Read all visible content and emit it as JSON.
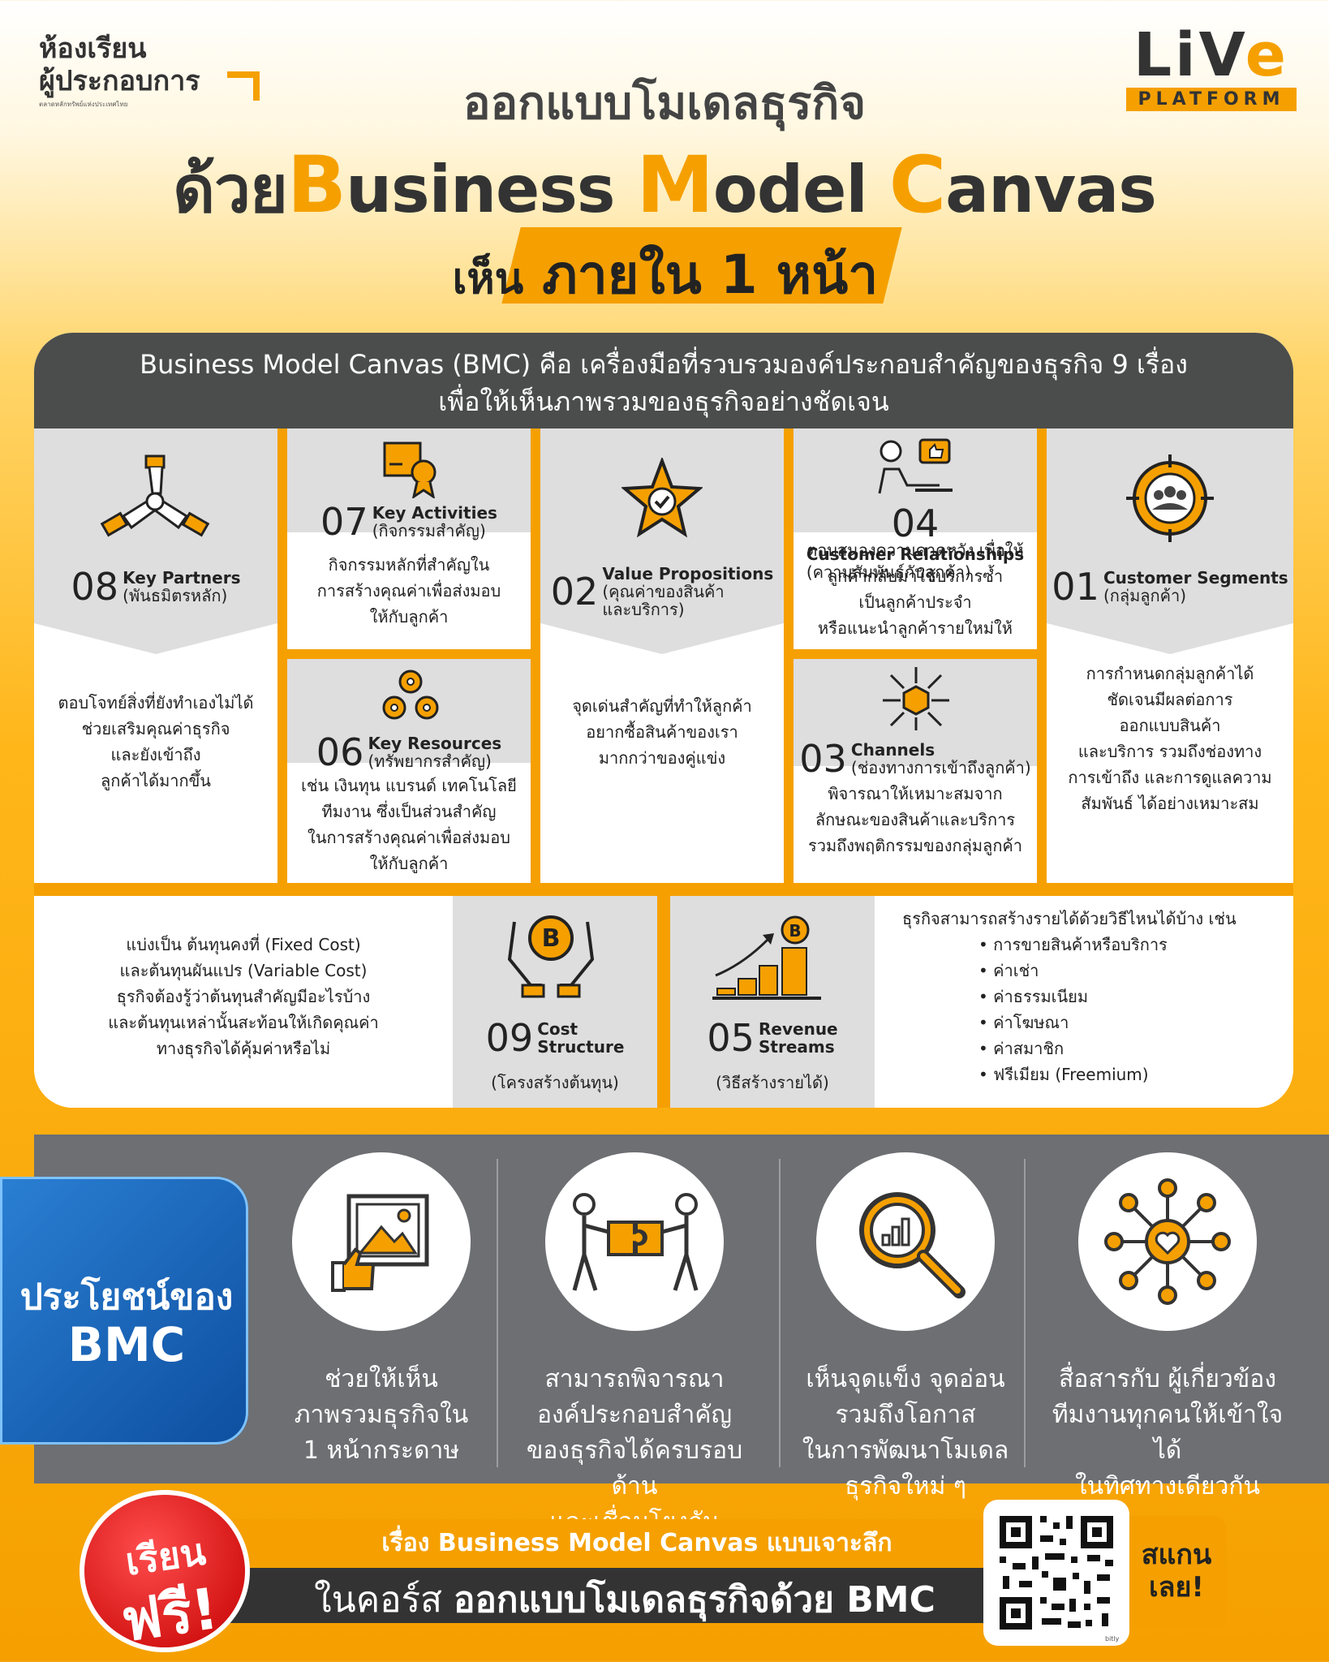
{
  "logo_left": {
    "line1": "ห้องเรียน",
    "line2": "ผู้ประกอบการ",
    "line3": "ตลาดหลักทรัพย์แห่งประเทศไทย"
  },
  "logo_right": {
    "live_a": "LiV",
    "live_b": "e",
    "platform": "PLATFORM"
  },
  "title": {
    "line1": "ออกแบบโมเดลธุรกิจ",
    "prefix": "ด้วย",
    "b": "B",
    "usiness": "usiness ",
    "m": "M",
    "odel": "odel ",
    "c": "C",
    "anvas": "anvas",
    "see": "เห็น",
    "one_page": "ภายใน 1 หน้า"
  },
  "canvas": {
    "intro1": "Business Model Canvas (BMC) คือ เครื่องมือที่รวบรวมองค์ประกอบสำคัญของธุรกิจ 9 เรื่อง",
    "intro2": "เพื่อให้เห็นภาพรวมของธุรกิจอย่างชัดเจน",
    "c08": {
      "num": "08",
      "en": "Key Partners",
      "th": "(พันธมิตรหลัก)",
      "desc": [
        "ตอบโจทย์สิ่งที่ยังทำเองไม่ได้",
        "ช่วยเสริมคุณค่าธุรกิจ",
        "และยังเข้าถึง",
        "ลูกค้าได้มากขึ้น"
      ]
    },
    "c07": {
      "num": "07",
      "en": "Key Activities",
      "th": "(กิจกรรมสำคัญ)",
      "desc": [
        "กิจกรรมหลักที่สำคัญใน",
        "การสร้างคุณค่าเพื่อส่งมอบ",
        "ให้กับลูกค้า"
      ]
    },
    "c06": {
      "num": "06",
      "en": "Key Resources",
      "th": "(ทรัพยากรสำคัญ)",
      "desc": [
        "เช่น เงินทุน แบรนด์ เทคโนโลยี",
        "ทีมงาน ซึ่งเป็นส่วนสำคัญ",
        "ในการสร้างคุณค่าเพื่อส่งมอบ",
        "ให้กับลูกค้า"
      ]
    },
    "c02": {
      "num": "02",
      "en": "Value Propositions",
      "th1": "(คุณค่าของสินค้า",
      "th2": "และบริการ)",
      "desc": [
        "จุดเด่นสำคัญที่ทำให้ลูกค้า",
        "อยากซื้อสินค้าของเรา",
        "มากกว่าของคู่แข่ง"
      ]
    },
    "c04": {
      "num": "04",
      "en": "Customer Relationships",
      "th": "(ความสัมพันธ์กับลูกค้า)",
      "desc": [
        "ตอบสนองความคาดหวัง เพื่อให้",
        "ลูกค้ากลับมาใช้บริการซ้ำ",
        "เป็นลูกค้าประจำ",
        "หรือแนะนำลูกค้ารายใหม่ให้"
      ]
    },
    "c03": {
      "num": "03",
      "en": "Channels",
      "th": "(ช่องทางการเข้าถึงลูกค้า)",
      "desc": [
        "พิจารณาให้เหมาะสมจาก",
        "ลักษณะของสินค้าและบริการ",
        "รวมถึงพฤติกรรมของกลุ่มลูกค้า"
      ]
    },
    "c01": {
      "num": "01",
      "en": "Customer Segments",
      "th": "(กลุ่มลูกค้า)",
      "desc": [
        "การกำหนดกลุ่มลูกค้าได้",
        "ชัดเจนมีผลต่อการ",
        "ออกแบบสินค้า",
        "และบริการ รวมถึงช่องทาง",
        "การเข้าถึง และการดูแลความ",
        "สัมพันธ์ ได้อย่างเหมาะสม"
      ]
    },
    "c09": {
      "num": "09",
      "en1": "Cost",
      "en2": "Structure",
      "th": "(โครงสร้างต้นทุน)",
      "desc": [
        "แบ่งเป็น ต้นทุนคงที่ (Fixed Cost)",
        "และต้นทุนผันแปร (Variable Cost)",
        "ธุรกิจต้องรู้ว่าต้นทุนสำคัญมีอะไรบ้าง",
        "และต้นทุนเหล่านั้นสะท้อนให้เกิดคุณค่า",
        "ทางธุรกิจได้คุ้มค่าหรือไม่"
      ]
    },
    "c05": {
      "num": "05",
      "en1": "Revenue",
      "en2": "Streams",
      "th": "(วิธีสร้างรายได้)",
      "lead": "ธุรกิจสามารถสร้างรายได้ด้วยวิธีไหนได้บ้าง เช่น",
      "items": [
        "• การขายสินค้าหรือบริการ",
        "• ค่าเช่า",
        "• ค่าธรรมเนียม",
        "• ค่าโฆษณา",
        "• ค่าสมาชิก",
        "• ฟรีเมียม (Freemium)"
      ]
    }
  },
  "benefits": {
    "title1": "ประโยชน์ของ",
    "title2": "BMC",
    "items": [
      {
        "icon": "picture-thumbsup-icon",
        "lines": [
          "ช่วยให้เห็น",
          "ภาพรวมธุรกิจใน",
          "1 หน้ากระดาษ"
        ]
      },
      {
        "icon": "puzzle-people-icon",
        "lines": [
          "สามารถพิจารณา",
          "องค์ประกอบสำคัญ",
          "ของธุรกิจได้ครบรอบด้าน",
          "และเชื่อมโยงกัน"
        ]
      },
      {
        "icon": "magnifier-chart-icon",
        "lines": [
          "เห็นจุดแข็ง จุดอ่อน",
          "รวมถึงโอกาส",
          "ในการพัฒนาโมเดล",
          "ธุรกิจใหม่ ๆ"
        ]
      },
      {
        "icon": "network-heart-icon",
        "lines": [
          "สื่อสารกับ ผู้เกี่ยวข้อง",
          "ทีมงานทุกคนให้เข้าใจได้",
          "ในทิศทางเดียวกัน"
        ]
      }
    ]
  },
  "footer": {
    "free1": "เรียน",
    "free2": "ฟรี!",
    "line1": "เรื่อง Business Model Canvas แบบเจาะลึก",
    "line2a": "ในคอร์ส ",
    "line2b": "ออกแบบโมเดลธุรกิจด้วย BMC",
    "scan1": "สแกน",
    "scan2": "เลย!",
    "qr_label": "bitly"
  },
  "colors": {
    "accent": "#f5a000",
    "dark": "#4b4d4c",
    "grey_band": "#6d6f73",
    "blue": "#0e4fa0"
  }
}
